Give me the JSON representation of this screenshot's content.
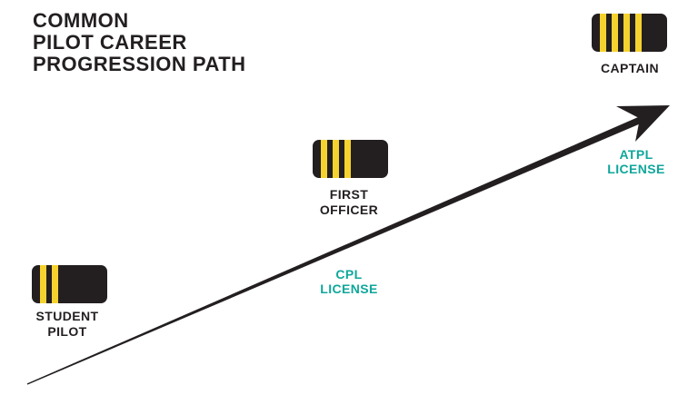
{
  "title": {
    "lines": [
      "COMMON",
      "PILOT CAREER",
      "PROGRESSION PATH"
    ]
  },
  "milestones": [
    {
      "id": "student-pilot",
      "stripes": 2,
      "label_lines": [
        "STUDENT",
        "PILOT"
      ]
    },
    {
      "id": "first-officer",
      "stripes": 3,
      "label_lines": [
        "FIRST",
        "OFFICER"
      ]
    },
    {
      "id": "captain",
      "stripes": 4,
      "label_lines": [
        "CAPTAIN"
      ]
    }
  ],
  "licenses": [
    {
      "id": "cpl",
      "lines": [
        "CPL",
        "LICENSE"
      ]
    },
    {
      "id": "atpl",
      "lines": [
        "ATPL",
        "LICENSE"
      ]
    }
  ],
  "colors": {
    "ink": "#231F20",
    "yellow": "#F5D22F",
    "teal": "#0FA79B",
    "background": "#FFFFFF"
  }
}
